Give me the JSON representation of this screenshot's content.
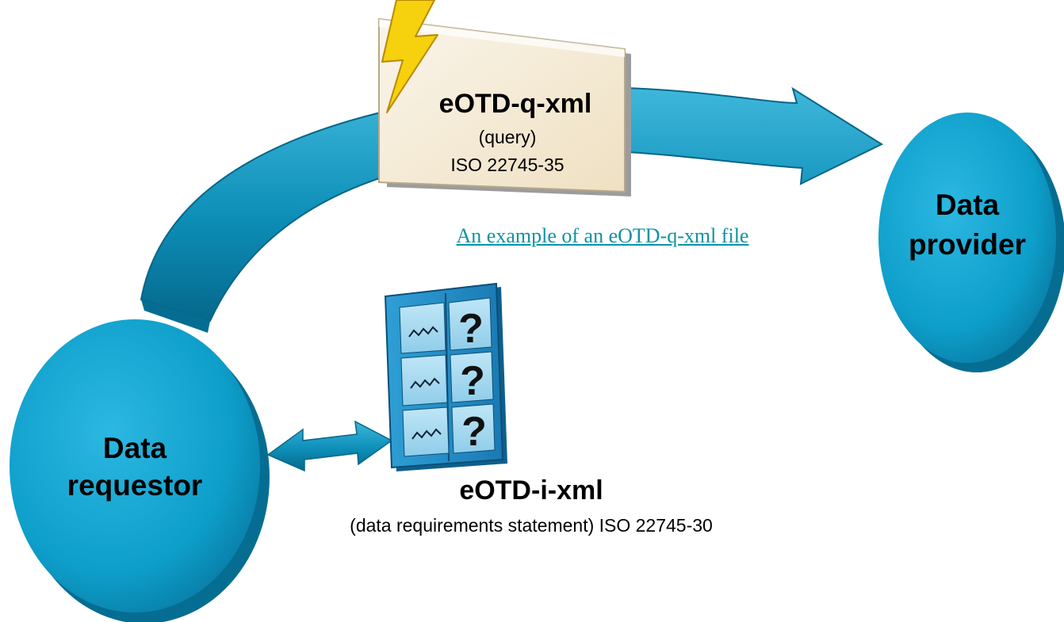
{
  "query_doc": {
    "title": "eOTD-q-xml",
    "subtitle": "(query)",
    "standard": "ISO 22745-35"
  },
  "example_link": {
    "label": "An example of an eOTD-q-xml file"
  },
  "provider": {
    "line1": "Data",
    "line2": "provider"
  },
  "requestor": {
    "line1": "Data",
    "line2": "requestor"
  },
  "identification_doc": {
    "title": "eOTD-i-xml",
    "subtitle": "(data requirements statement) ISO 22745-30",
    "cell_symbol": "?"
  },
  "colors": {
    "circle": "#0d9ec9",
    "arrow": "#0d8fb8",
    "link": "#0f93a4",
    "doc_fill": "#f4ead6"
  }
}
